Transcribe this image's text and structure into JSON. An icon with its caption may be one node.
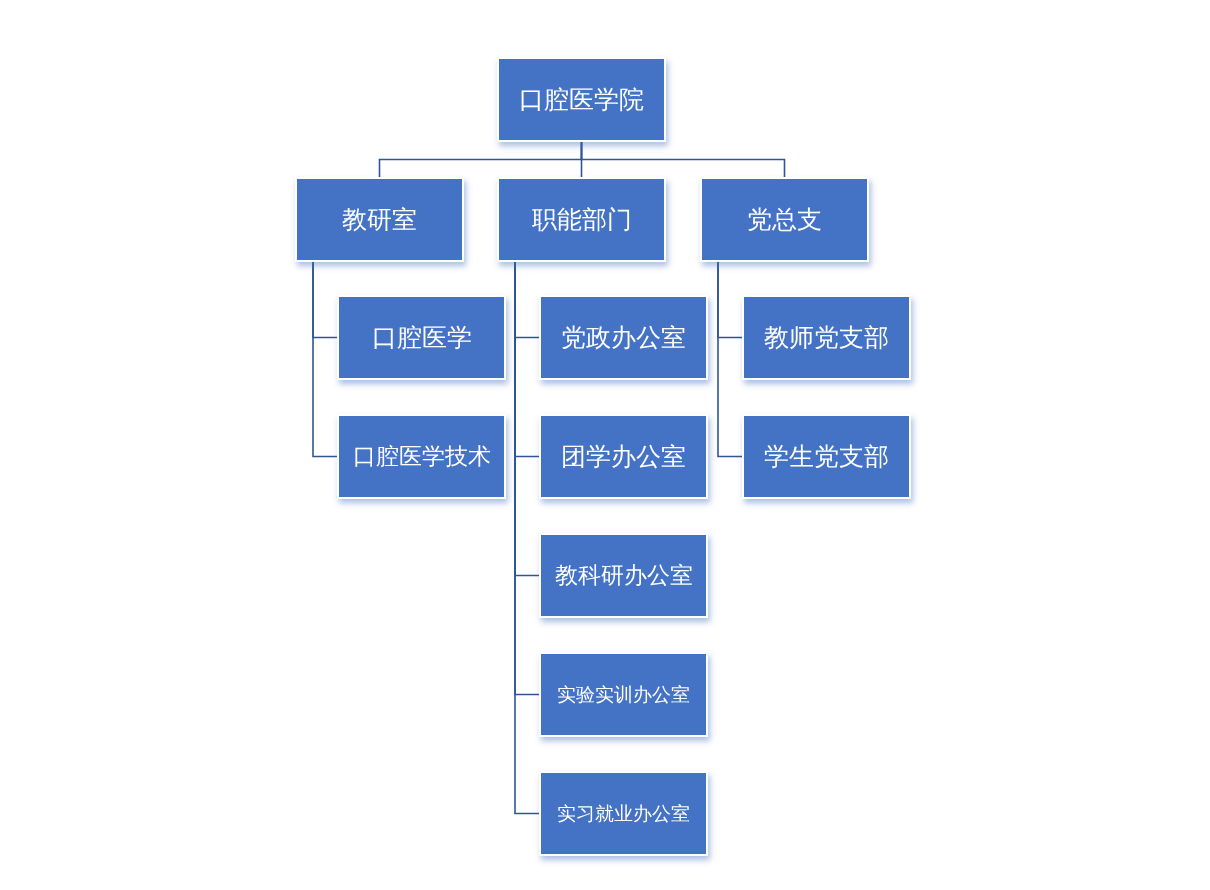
{
  "diagram": {
    "nodes": [
      {
        "text": [
          "口腔医学院"
        ]
      },
      {
        "text": [
          "教研室"
        ]
      },
      {
        "text": [
          "职能部门"
        ]
      },
      {
        "text": [
          "党总支"
        ]
      },
      {
        "text": [
          "口腔医学"
        ]
      },
      {
        "text": [
          "口腔医学技术"
        ]
      },
      {
        "text": [
          "党政办公室"
        ]
      },
      {
        "text": [
          "团学办公室"
        ]
      },
      {
        "text": [
          "教科研办公室"
        ]
      },
      {
        "text": [
          "实验实训办公室"
        ]
      },
      {
        "text": [
          "实习就业办公室"
        ]
      },
      {
        "text": [
          "教师党支部"
        ]
      },
      {
        "text": [
          "学生党支部"
        ]
      }
    ],
    "edges": [
      {
        "from": 0,
        "to": 1,
        "arrow": "none"
      },
      {
        "from": 0,
        "to": 2,
        "arrow": "none"
      },
      {
        "from": 0,
        "to": 3,
        "arrow": "none"
      },
      {
        "from": 1,
        "to": 4,
        "arrow": "none"
      },
      {
        "from": 1,
        "to": 5,
        "arrow": "none"
      },
      {
        "from": 2,
        "to": 6,
        "arrow": "none"
      },
      {
        "from": 2,
        "to": 7,
        "arrow": "none"
      },
      {
        "from": 2,
        "to": 8,
        "arrow": "none"
      },
      {
        "from": 2,
        "to": 9,
        "arrow": "none"
      },
      {
        "from": 2,
        "to": 10,
        "arrow": "none"
      },
      {
        "from": 3,
        "to": 11,
        "arrow": "none"
      },
      {
        "from": 3,
        "to": 12,
        "arrow": "none"
      }
    ]
  }
}
